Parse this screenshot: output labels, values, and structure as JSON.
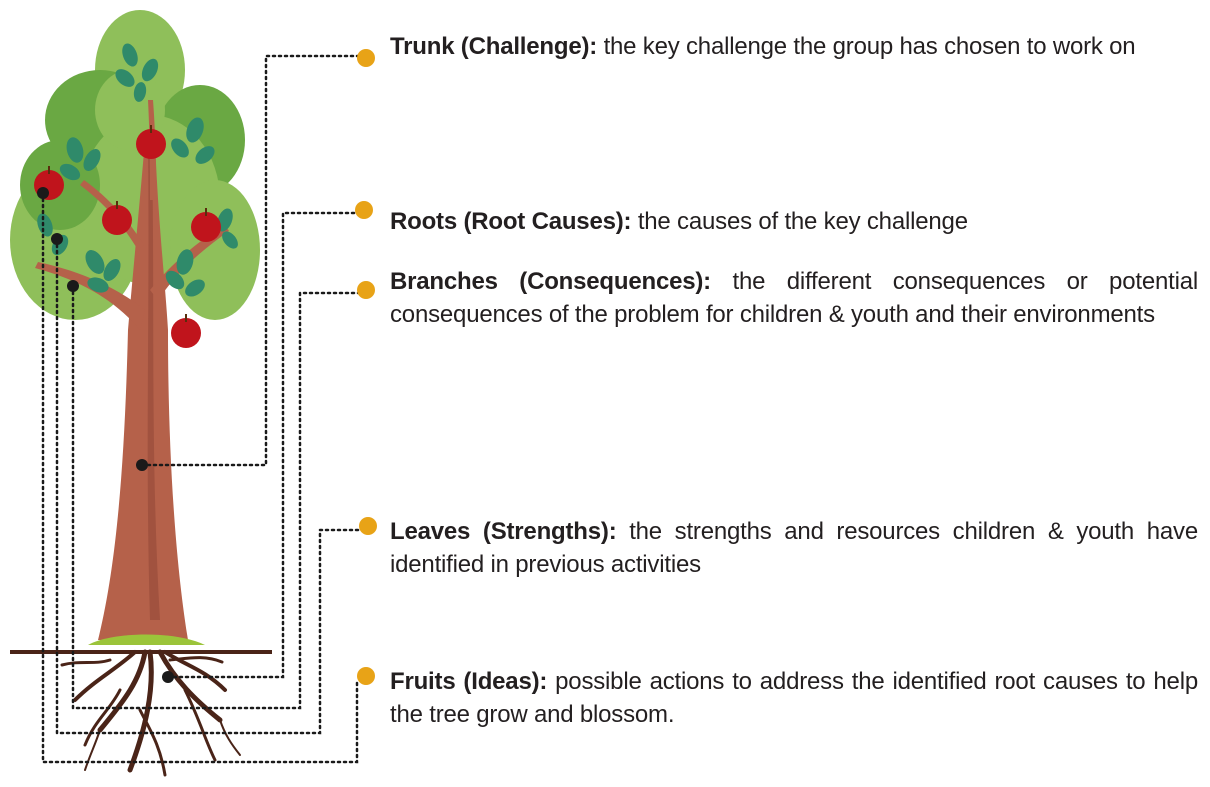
{
  "legend": [
    {
      "term": "Trunk (Challenge):",
      "text": "the key challenge the group has chosen to work on"
    },
    {
      "term": "Roots (Root Causes):",
      "text": "the causes of the key challenge"
    },
    {
      "term": "Branches (Consequences):",
      "text": "the different consequences or potential consequences of the problem for children & youth and their environments"
    },
    {
      "term": "Leaves (Strengths):",
      "text": "the strengths and resources children & youth have identified in previous activities"
    },
    {
      "term": "Fruits (Ideas):",
      "text": "possible actions to address the identified root causes to help the tree grow and blossom."
    }
  ],
  "colors": {
    "connector_dot": "#e8a317",
    "anchor_dot": "#1a1a1a",
    "trunk": "#b5614a",
    "trunk_dark": "#8e4433",
    "foliage_light": "#8fbf5a",
    "foliage_dark": "#6aa843",
    "leaf": "#2f8a6a",
    "apple": "#c0141c",
    "grass": "#9bc43a",
    "root": "#4a2418"
  }
}
